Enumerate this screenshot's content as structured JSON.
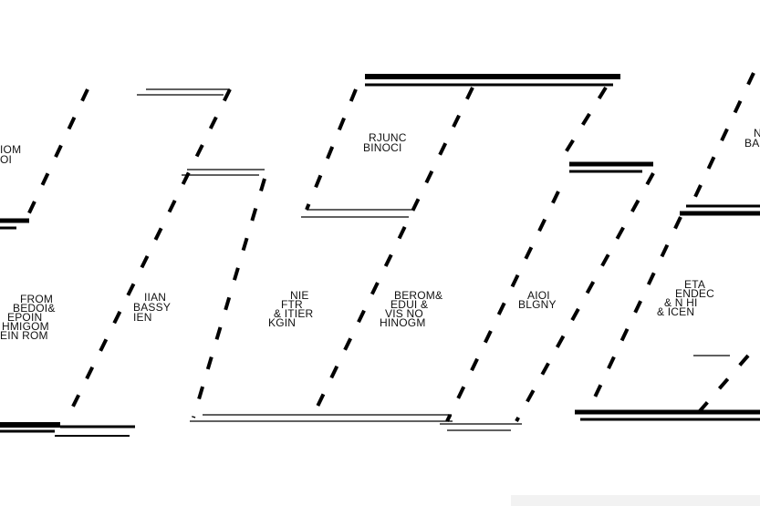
{
  "rooms": [
    {
      "id": "room-a",
      "lines": [
        "IOM",
        "OI"
      ]
    },
    {
      "id": "room-b",
      "lines": [
        "RJUNC",
        "BINOCI"
      ]
    },
    {
      "id": "room-c",
      "lines": [
        "N",
        "BA"
      ]
    },
    {
      "id": "room-d",
      "lines": [
        "FROM",
        "BEDOI&",
        "EPOIN",
        "HMIGOM",
        "EIN ROM"
      ]
    },
    {
      "id": "room-e",
      "lines": [
        "IIAN",
        "BASSY",
        "IEN"
      ]
    },
    {
      "id": "room-f",
      "lines": [
        "NIE",
        "FTR",
        "& ITIER",
        "KGIN"
      ]
    },
    {
      "id": "room-g",
      "lines": [
        "BEROM&",
        "EDUI &",
        "VIS NO",
        "HINOGM"
      ]
    },
    {
      "id": "room-h",
      "lines": [
        "AIOI",
        "BLGNY"
      ]
    },
    {
      "id": "room-i",
      "lines": [
        "ETA",
        "ENDEC",
        "& N HI",
        "& ICEN"
      ]
    }
  ]
}
